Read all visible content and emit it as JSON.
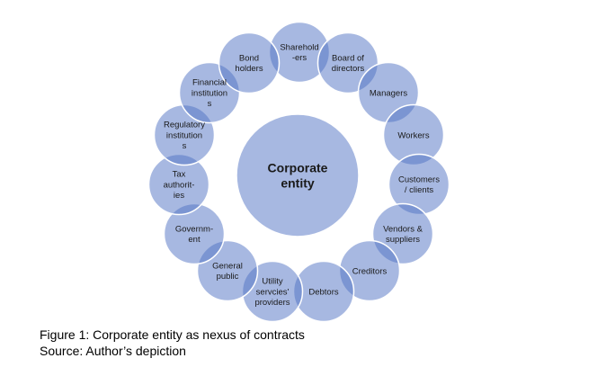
{
  "diagram": {
    "center": {
      "label": [
        "Corporate",
        "entity"
      ]
    },
    "stakeholders": [
      {
        "label": [
          "Sharehold",
          "-ers"
        ]
      },
      {
        "label": [
          "Board of",
          "directors"
        ]
      },
      {
        "label": [
          "Managers"
        ]
      },
      {
        "label": [
          "Workers"
        ]
      },
      {
        "label": [
          "Customers",
          "/ clients"
        ]
      },
      {
        "label": [
          "Vendors &",
          "suppliers"
        ]
      },
      {
        "label": [
          "Creditors"
        ]
      },
      {
        "label": [
          "Debtors"
        ]
      },
      {
        "label": [
          "Utility",
          "servcies'",
          "providers"
        ]
      },
      {
        "label": [
          "General",
          "public"
        ]
      },
      {
        "label": [
          "Governm-",
          "ent"
        ]
      },
      {
        "label": [
          "Tax",
          "authorit-",
          "ies"
        ]
      },
      {
        "label": [
          "Regulatory",
          "institution",
          "s"
        ]
      },
      {
        "label": [
          "Financial",
          "institution",
          "s"
        ]
      },
      {
        "label": [
          "Bond",
          "holders"
        ]
      }
    ],
    "colors": {
      "fill": "#4f72c4",
      "stroke": "#ffffff",
      "text": "#1a1a1a"
    }
  },
  "caption": {
    "figure": "Figure 1: Corporate entity as nexus of contracts",
    "source": "Source: Author’s depiction"
  }
}
